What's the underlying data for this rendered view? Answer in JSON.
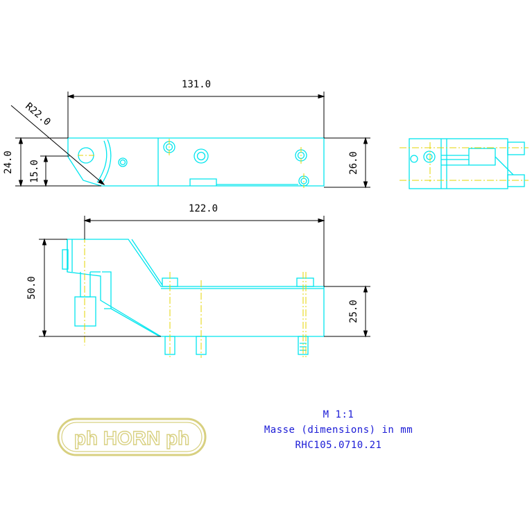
{
  "dimensions": {
    "top_length": "131.0",
    "radius": "R22.0",
    "height_24": "24.0",
    "height_15": "15.0",
    "height_26": "26.0",
    "front_length": "122.0",
    "height_50": "50.0",
    "height_25": "25.0"
  },
  "notes": {
    "scale": "M 1:1",
    "units": "Masse (dimensions) in mm",
    "part_number": "RHC105.0710.21"
  },
  "logo": {
    "text": "ph HORN ph"
  },
  "colors": {
    "part_lines": "#00e5ee",
    "center_lines": "#e6d400",
    "dimension_lines": "#000000",
    "notes_text": "#1a1ad6",
    "logo": "#d8d080"
  }
}
